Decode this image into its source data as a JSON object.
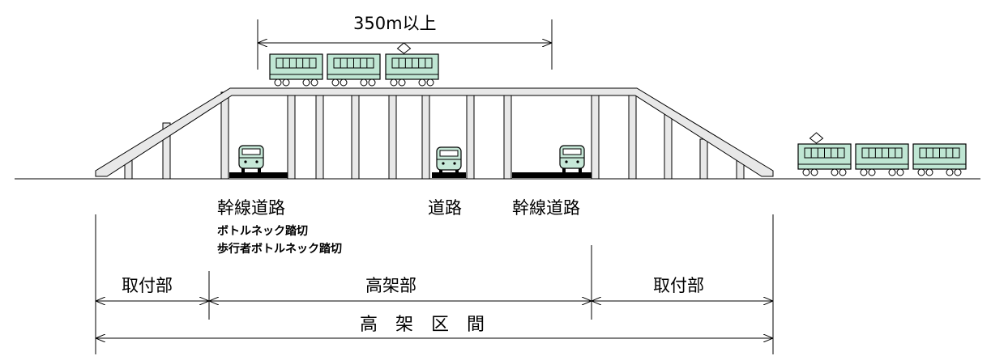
{
  "colors": {
    "train_body": "#bfe6d3",
    "car_body": "#c6e8d7",
    "structure_fill": "#e8e8e8",
    "outline": "#000000",
    "road_surface": "#000000"
  },
  "icons": {
    "train": "train-car-icon",
    "tram_pantograph": "pantograph-icon",
    "car": "car-front-icon"
  },
  "labels": {
    "span_length": "350m以上",
    "road_left": "幹線道路",
    "bottleneck_crossing": "ボトルネック踏切",
    "pedestrian_bottleneck_crossing": "歩行者ボトルネック踏切",
    "road_center": "道路",
    "road_right": "幹線道路",
    "approach_left": "取付部",
    "elevated_part": "高架部",
    "approach_right": "取付部",
    "elevated_section": "高架区間"
  }
}
